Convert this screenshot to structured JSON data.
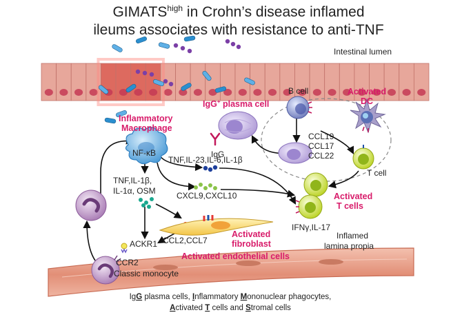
{
  "title": {
    "line1_main": "GIMATS",
    "line1_sup": "high",
    "line1_rest": " in Crohn’s disease inflamed",
    "line2": "ileums associates with resistance to anti-TNF"
  },
  "regions": {
    "lumen": "Intestinal lumen",
    "propia_1": "Inflamed",
    "propia_2": "lamina propia"
  },
  "cells": {
    "macrophage_1": "Inflammatory",
    "macrophage_2": "Macrophage",
    "nfkb": "NF-κB",
    "plasma_main": "IgG",
    "plasma_sup": "+",
    "plasma_rest": " plasma cell",
    "igg": "IgG",
    "bcell": "B cell",
    "dc_1": "Activated",
    "dc_2": "DC",
    "tcell": "T cell",
    "activated_t_1": "Activated",
    "activated_t_2": "T cells",
    "fibroblast_1": "Activated",
    "fibroblast_2": "fibroblast",
    "endothelial": "Activated endothelial cells",
    "monocyte": "Classic monocyte",
    "ccr2": "CCR2",
    "ackr1": "ACKR1"
  },
  "molecules": {
    "tnf_il23": "TNF,IL-23,IL-6,IL-1β",
    "tnf_il1b": "TNF,IL-1β,",
    "il1a_osm": "IL-1α, OSM",
    "cxcl": "CXCL9,CXCL10",
    "ccl19": "CCL19",
    "ccl17": "CCL17",
    "ccl22": "CCL22",
    "ifng": "IFNγ,IL-17",
    "ccl2": "CCL2,CCL7"
  },
  "footer": {
    "line1": [
      {
        "t": "Ig",
        "u": false
      },
      {
        "t": "G",
        "u": true
      },
      {
        "t": " plasma cells, ",
        "u": false
      },
      {
        "t": "I",
        "u": true
      },
      {
        "t": "nflammatory ",
        "u": false
      },
      {
        "t": "M",
        "u": true
      },
      {
        "t": "ononuclear phagocytes,",
        "u": false
      }
    ],
    "line2": [
      {
        "t": "A",
        "u": true
      },
      {
        "t": "ctivated ",
        "u": false
      },
      {
        "t": "T",
        "u": true
      },
      {
        "t": " cells and ",
        "u": false
      },
      {
        "t": "S",
        "u": true
      },
      {
        "t": "tromal cells",
        "u": false
      }
    ]
  },
  "colors": {
    "accent": "#d81b6a",
    "epithelium": "#e7a79b",
    "epithelium_inflamed": "#dd6a5f",
    "endothelium": "#e59c86",
    "macrophage": "#6ab4e8",
    "plasma_cell": "#d6c6ea",
    "t_cell": "#d6e84a",
    "dc": "#a7a0c8",
    "monocyte": "#bb93c4"
  }
}
